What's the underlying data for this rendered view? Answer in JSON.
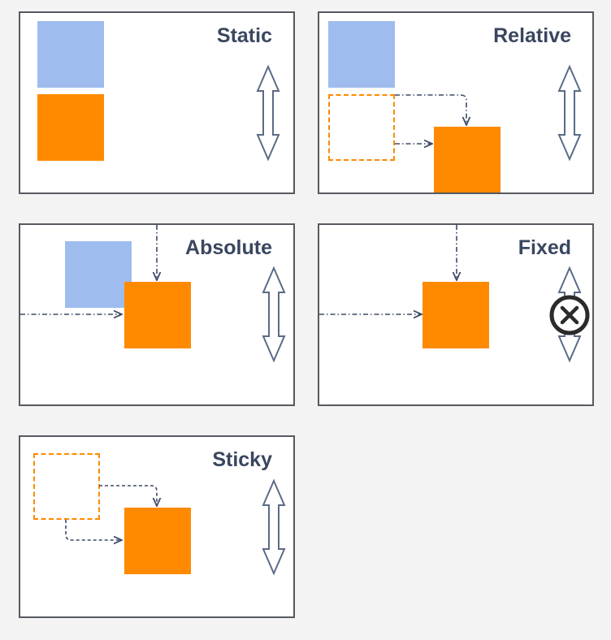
{
  "panels": {
    "static": {
      "title": "Static"
    },
    "relative": {
      "title": "Relative"
    },
    "absolute": {
      "title": "Absolute"
    },
    "fixed": {
      "title": "Fixed"
    },
    "sticky": {
      "title": "Sticky"
    }
  },
  "colors": {
    "background": "#f3f3f3",
    "panel_border": "#555a60",
    "title": "#3a4660",
    "blue_box": "#9ebcee",
    "orange_box": "#ff8a00",
    "arrow": "#3d4a66",
    "scroll_arrow": "#5a6b86",
    "blocked_icon": "#2b2b2b"
  },
  "icons": {
    "scroll": "double-headed-vertical-arrow-icon",
    "blocked": "circle-x-icon"
  }
}
